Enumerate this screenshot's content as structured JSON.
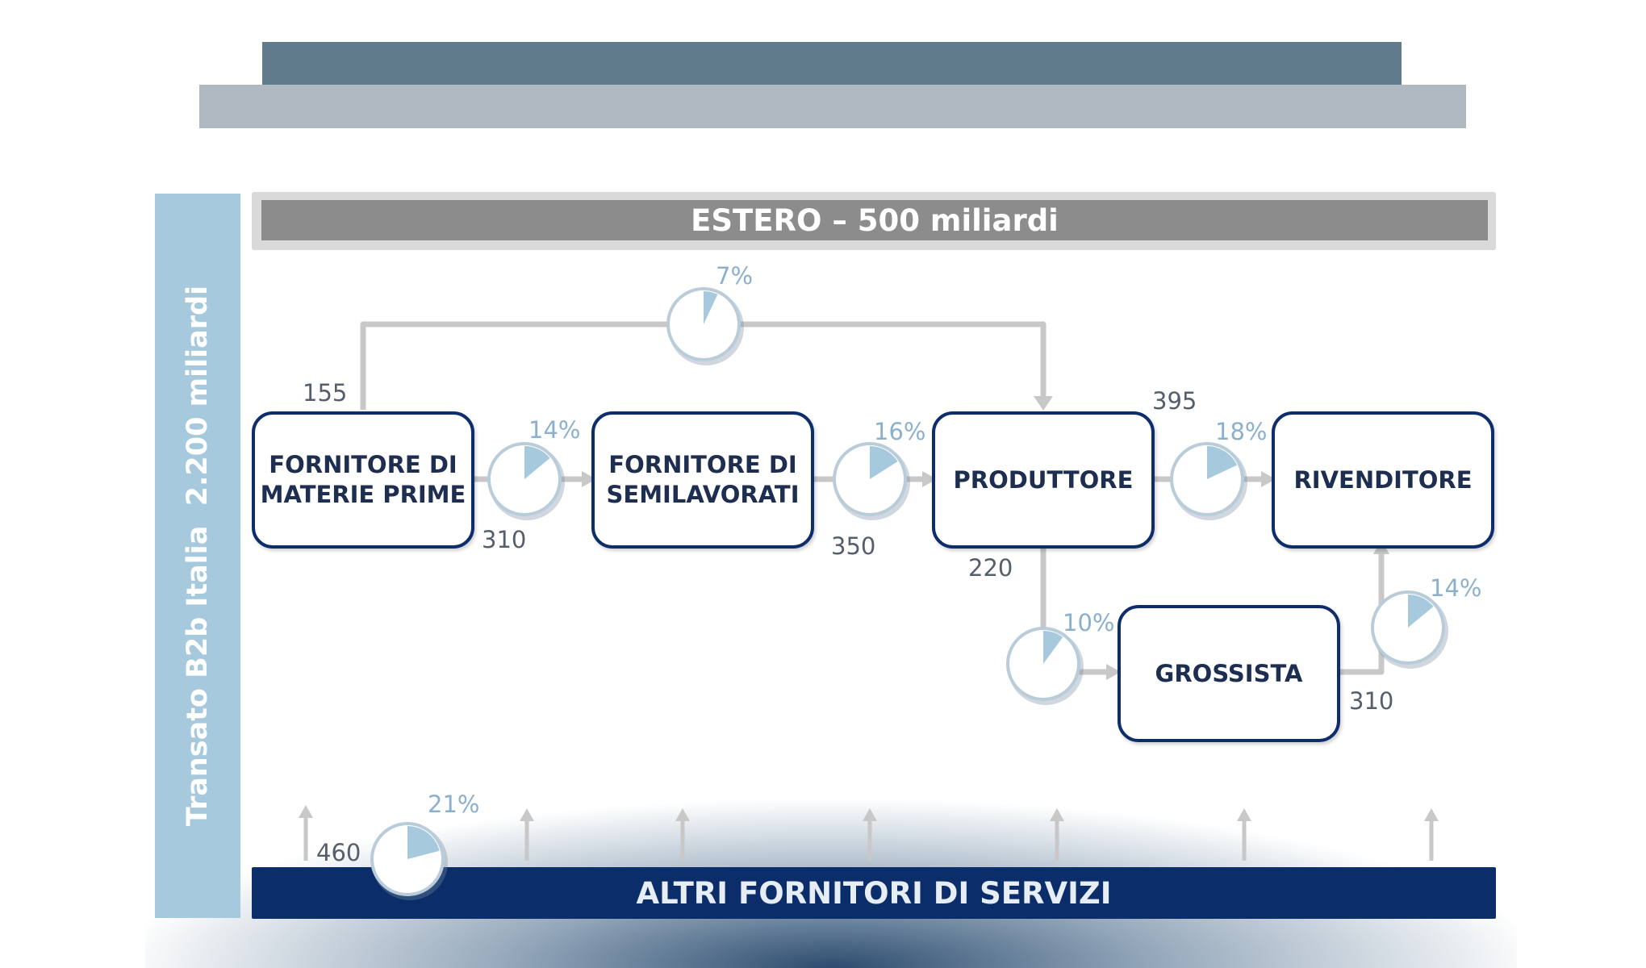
{
  "header": {
    "side_label": "Transato B2b Italia  2.200 miliardi",
    "top_bar": "ESTERO – 500 miliardi",
    "bottom_bar": "ALTRI FORNITORI DI SERVIZI"
  },
  "nodes": {
    "materie_prime": "FORNITORE DI\nMATERIE PRIME",
    "semilavorati": "FORNITORE DI\nSEMILAVORATI",
    "produttore": "PRODUTTORE",
    "rivenditore": "RIVENDITORE",
    "grossista": "GROSSISTA"
  },
  "flows": {
    "materie_estero": {
      "value": "155",
      "percent": "7%",
      "fraction": 0.07
    },
    "materie_semilavorati": {
      "value": "310",
      "percent": "14%",
      "fraction": 0.14
    },
    "semilavorati_produttore": {
      "value": "350",
      "percent": "16%",
      "fraction": 0.16
    },
    "produttore_rivenditore": {
      "value": "395",
      "percent": "18%",
      "fraction": 0.18
    },
    "produttore_grossista": {
      "value": "220",
      "percent": "10%",
      "fraction": 0.1
    },
    "grossista_rivenditore": {
      "value": "310",
      "percent": "14%",
      "fraction": 0.14
    },
    "servizi": {
      "value": "460",
      "percent": "21%",
      "fraction": 0.21
    }
  },
  "colors": {
    "node_border": "#0e2d6b",
    "pie_fill": "#a7c9dd",
    "flow_line": "#c8c8c8",
    "services_bar": "#0b2e6b"
  }
}
